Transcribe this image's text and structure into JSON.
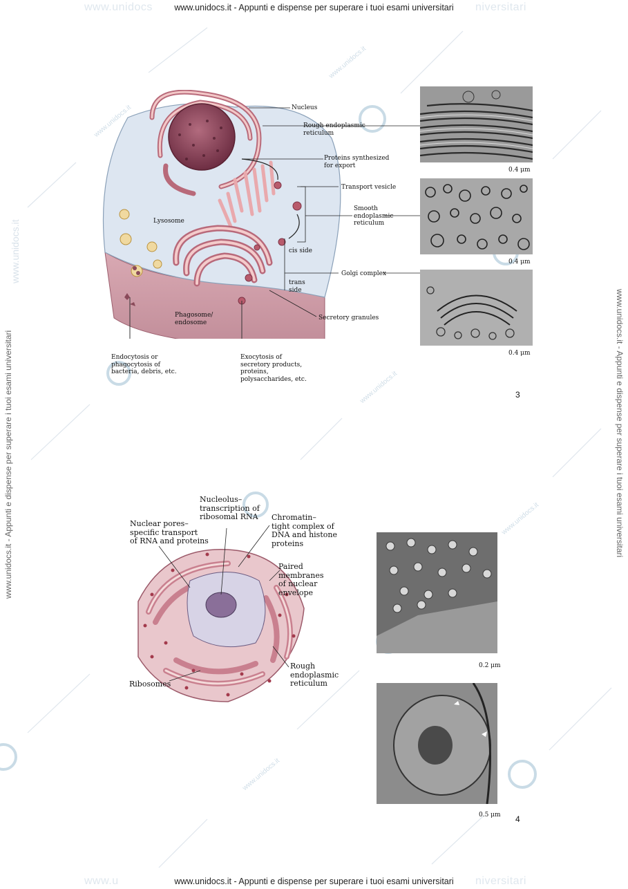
{
  "header": {
    "text": "www.unidocs.it - Appunti e dispense per superare i tuoi esami universitari",
    "ghost_left": "www.unidocs",
    "ghost_right": "niversitari"
  },
  "footer": {
    "text": "www.unidocs.it - Appunti e dispense per superare i tuoi esami universitari",
    "ghost_left": "www.u",
    "ghost_right": "niversitari"
  },
  "side_text": "www.unidocs.it - Appunti e dispense per superare i tuoi esami universitari",
  "watermark_text": "www.unidocs.it",
  "figure3": {
    "labels": {
      "nucleus": "Nucleus",
      "rough_er": "Rough endoplasmic\nreticulum",
      "proteins_export": "Proteins synthesized\nfor export",
      "transport_vesicle": "Transport vesicle",
      "smooth_er": "Smooth\nendoplasmic\nreticulum",
      "lysosome": "Lysosome",
      "cis_side": "cis side",
      "trans_side": "trans\nside",
      "golgi": "Golgi complex",
      "phagosome": "Phagosome/\nendosome",
      "secretory_granules": "Secretory granules",
      "endocytosis": "Endocytosis or\nphagocytosis of\nbacteria, debris, etc.",
      "exocytosis": "Exocytosis of\nsecretory products,\nproteins,\npolysaccharides, etc."
    },
    "scales": [
      "0.4 μm",
      "0.4 μm",
      "0.4 μm"
    ],
    "page_number": "3"
  },
  "figure4": {
    "labels": {
      "nucleolus": "Nucleolus–\ntranscription of\nribosomal RNA",
      "nuclear_pores": "Nuclear pores–\nspecific transport\nof RNA and proteins",
      "chromatin": "Chromatin–\ntight complex of\nDNA and histone\nproteins",
      "paired_membranes": "Paired\nmembranes\nof nuclear\nenvelope",
      "rough_er": "Rough\nendoplasmic\nreticulum",
      "ribosomes": "Ribosomes"
    },
    "scales": [
      "0.2 μm",
      "0.5 μm"
    ],
    "page_number": "4"
  },
  "colors": {
    "cytoplasm": "#dde6f1",
    "membrane_pink": "#c98a95",
    "organelle": "#9a4a5c",
    "er_light": "#f2c3c3",
    "watermark": "#dfe7ee"
  }
}
